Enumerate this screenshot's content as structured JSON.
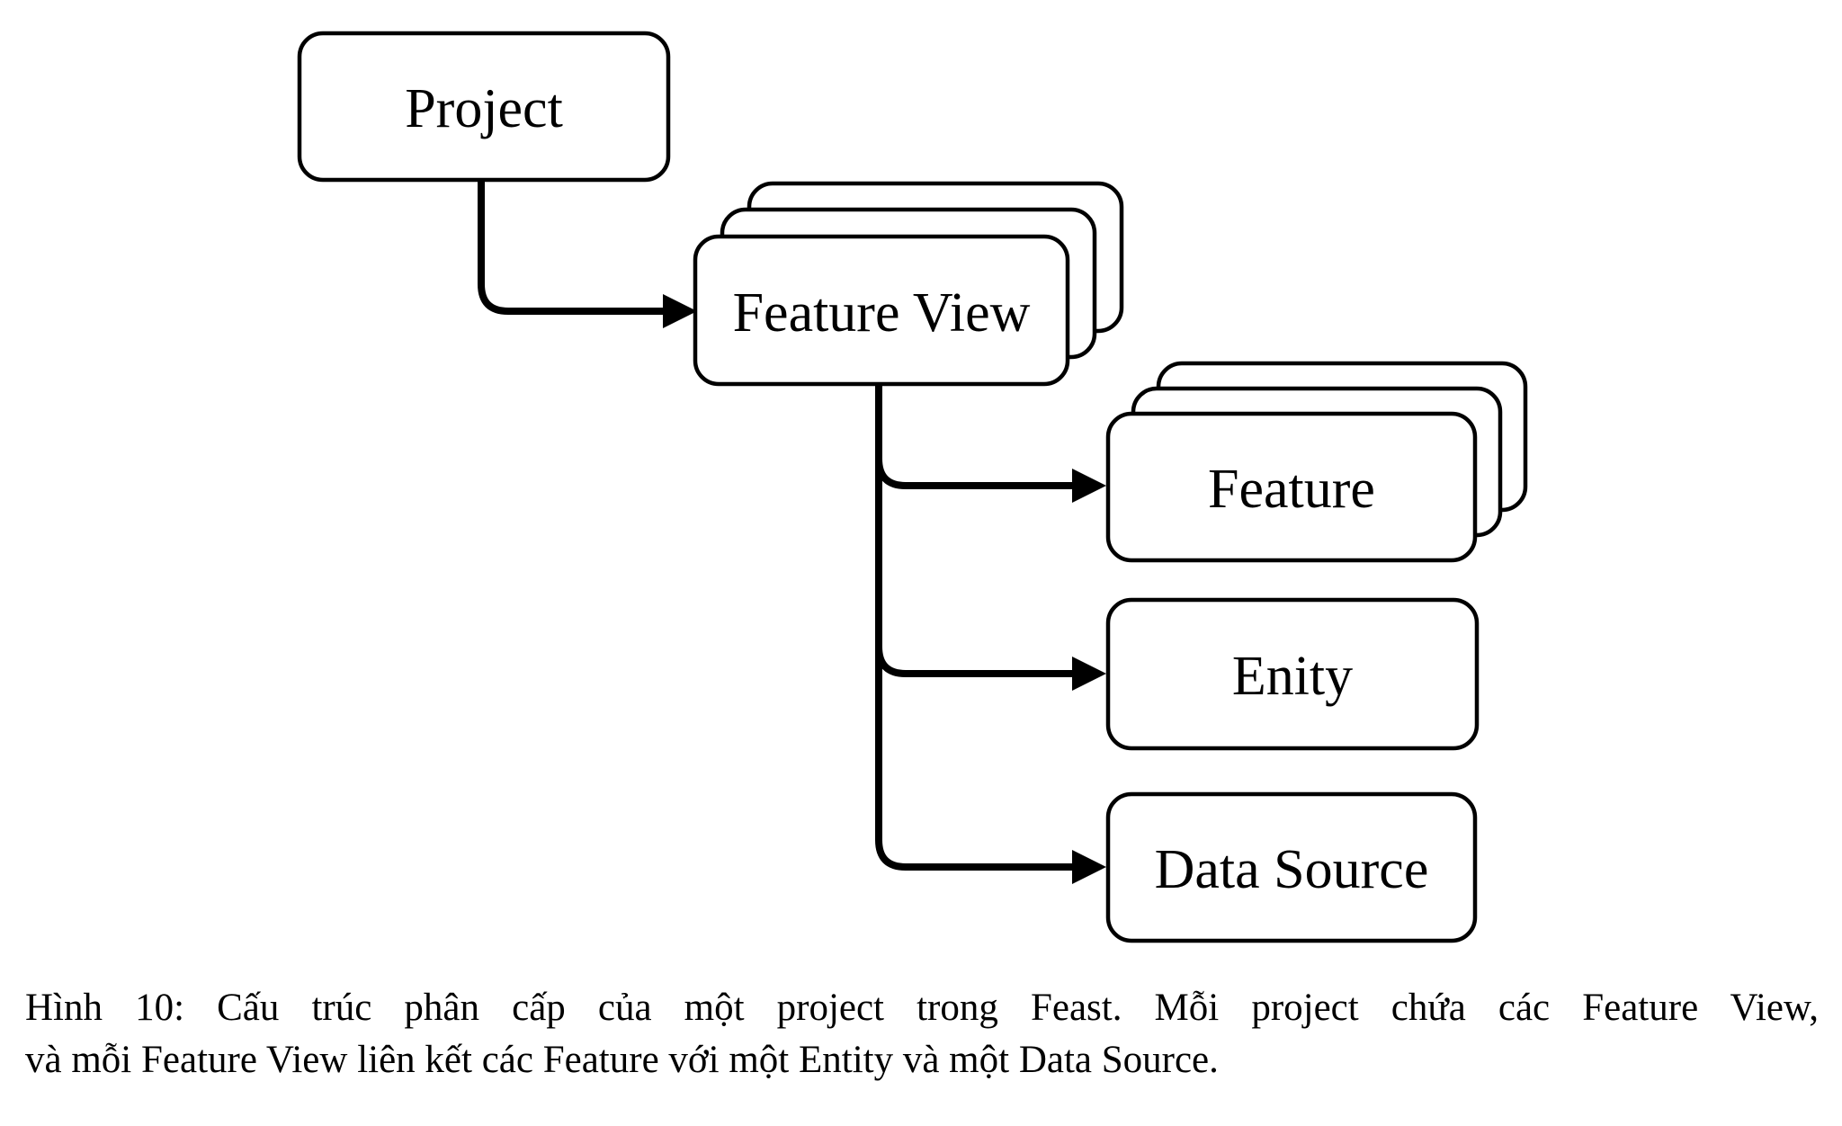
{
  "figure": {
    "colors": {
      "background": "#ffffff",
      "stroke": "#000000",
      "text": "#000000"
    },
    "nodes": {
      "project": {
        "label": "Project",
        "stack_count": 1
      },
      "feature_view": {
        "label": "Feature View",
        "stack_count": 3
      },
      "feature": {
        "label": "Feature",
        "stack_count": 3
      },
      "entity": {
        "label": "Enity",
        "stack_count": 1
      },
      "data_source": {
        "label": "Data Source",
        "stack_count": 1
      }
    },
    "edges": [
      {
        "from": "Project",
        "to": "Feature View"
      },
      {
        "from": "Feature View",
        "to": "Feature"
      },
      {
        "from": "Feature View",
        "to": "Enity"
      },
      {
        "from": "Feature View",
        "to": "Data Source"
      }
    ]
  },
  "caption": {
    "line1": "Hình 10: Cấu trúc phân cấp của một project trong Feast. Mỗi project chứa các Feature View,",
    "line2": "và mỗi Feature View liên kết các Feature với một Entity và một Data Source."
  }
}
